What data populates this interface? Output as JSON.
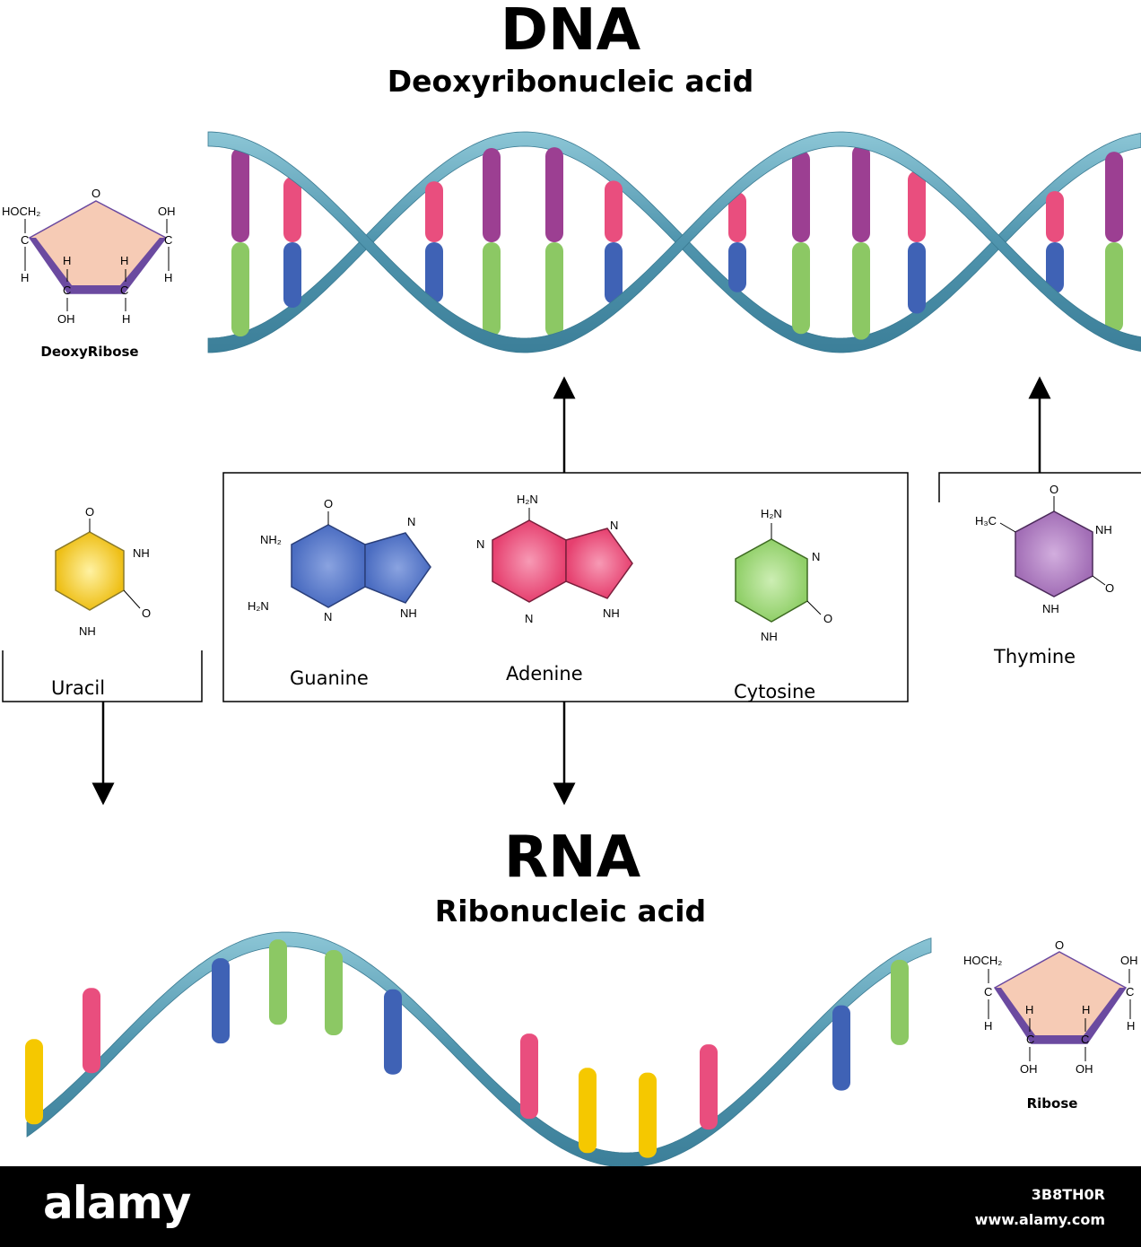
{
  "dna": {
    "title": "DNA",
    "subtitle": "Deoxyribonucleic acid"
  },
  "rna": {
    "title": "RNA",
    "subtitle": "Ribonucleic acid"
  },
  "bases": {
    "uracil": "Uracil",
    "guanine": "Guanine",
    "adenine": "Adenine",
    "cytosine": "Cytosine",
    "thymine": "Thymine"
  },
  "sugars": {
    "deoxyribose": {
      "name": "DeoxyRibose",
      "atoms": {
        "o": "O",
        "hoch2": "HOCH₂",
        "oh_right": "OH",
        "c_left": "C",
        "c_right": "C",
        "h_left": "H",
        "h_right": "H",
        "h_in1": "H",
        "h_in2": "H",
        "c_b1": "C",
        "c_b2": "C",
        "oh_bottom": "OH",
        "h_bottom": "H"
      }
    },
    "ribose": {
      "name": "Ribose",
      "atoms": {
        "o": "O",
        "hoch2": "HOCH₂",
        "oh_right": "OH",
        "c_left": "C",
        "c_right": "C",
        "h_left": "H",
        "h_right": "H",
        "h_in1": "H",
        "h_in2": "H",
        "c_b1": "C",
        "c_b2": "C",
        "oh_b1": "OH",
        "oh_b2": "OH"
      }
    }
  },
  "molecules": {
    "uracil": {
      "o_top": "O",
      "nh_right": "NH",
      "o_right": "O",
      "nh_bottom": "NH"
    },
    "guanine": {
      "o_top": "O",
      "nh2_a": "NH₂",
      "h2n": "H₂N",
      "n_bottom": "N",
      "n_top_right": "N",
      "nh_right": "NH"
    },
    "adenine": {
      "h2n": "H₂N",
      "n_top_right": "N",
      "n_left": "N",
      "n_bottom": "N",
      "nh_right": "NH"
    },
    "cytosine": {
      "h2n": "H₂N",
      "n_right": "N",
      "nh_bottom": "NH",
      "o_right": "O"
    },
    "thymine": {
      "o_top": "O",
      "h3c": "H₃C",
      "nh_right": "NH",
      "o_right": "O",
      "nh_bottom": "NH"
    }
  },
  "colors": {
    "backbone": "#5a9db5",
    "backbone_light": "#7fbfd0",
    "purple": "#9c3f92",
    "pink": "#e94e7e",
    "green": "#8cc864",
    "blue": "#3f62b5",
    "yellow": "#f5c800",
    "guanine_fill": "#5b7fcf",
    "adenine_fill": "#ea4d7c",
    "cytosine_fill": "#9fd57c",
    "thymine_fill": "#b07cc1",
    "uracil_fill": "#f3c92e",
    "sugar_fill": "#f6cbb5",
    "sugar_edge": "#6b4aa0"
  },
  "watermark": {
    "logo": "alamy",
    "image_id": "3B8TH0R",
    "site": "www.alamy.com"
  }
}
